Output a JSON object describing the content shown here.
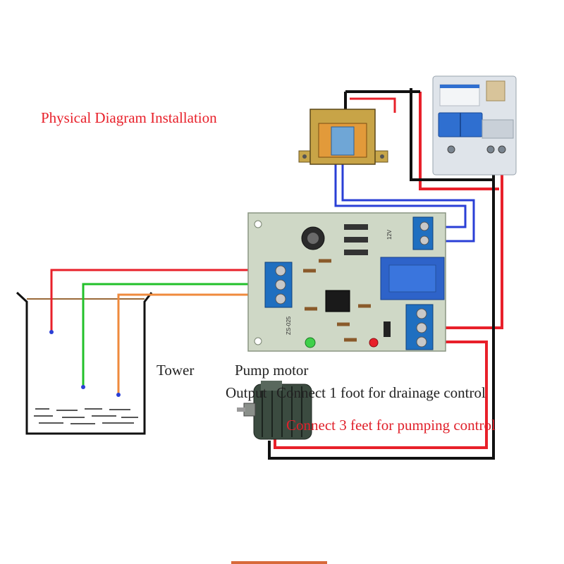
{
  "title": "Physical Diagram Installation",
  "labels": {
    "tower": "Tower",
    "pump_motor": "Pump motor",
    "output_prefix": "Output",
    "connect_drainage": "Connect 1 foot for drainage control",
    "connect_pumping": "Connect 3 feet for pumping control"
  },
  "board_marking": "12V",
  "board_model": "ZS-025",
  "colors": {
    "red_wire": "#e8202a",
    "black_wire": "#111111",
    "blue_wire": "#2a3fd6",
    "green_wire": "#22c02a",
    "orange_wire": "#ef8a3c",
    "pcb": "#cfd8c6",
    "terminal": "#1f6fc0",
    "breaker": "#2f6fd0"
  }
}
